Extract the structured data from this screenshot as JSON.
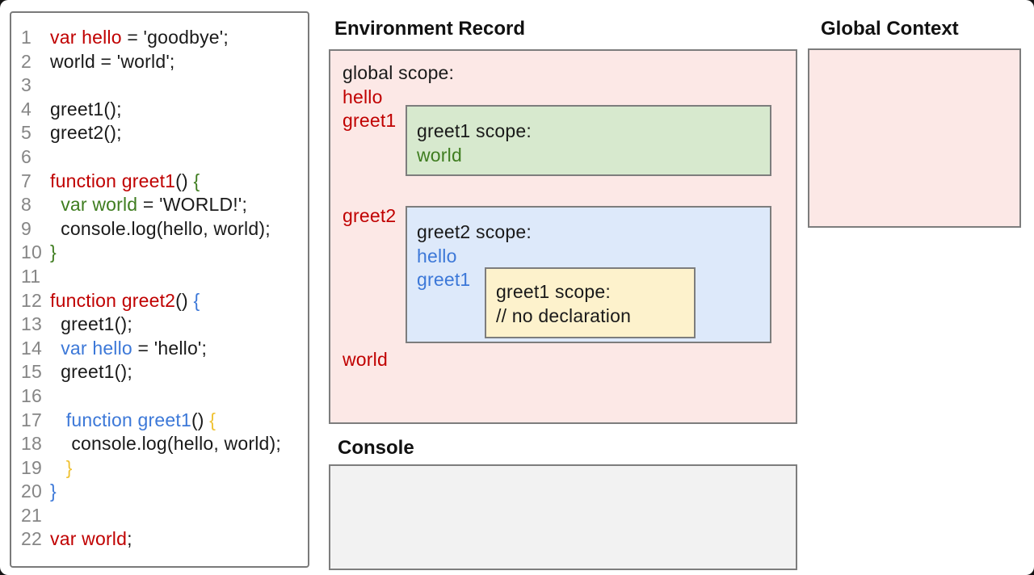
{
  "titles": {
    "environment_record": "Environment Record",
    "global_context": "Global Context",
    "console": "Console"
  },
  "colors": {
    "red_text": "#c00000",
    "green_text": "#3f7d20",
    "blue_text": "#3c78d8",
    "yellow_text": "#f0c232",
    "black_text": "#1a1a1a",
    "line_number_gray": "#868686",
    "pink_bg": "#fce8e6",
    "green_bg": "#d7e9ce",
    "blue_bg": "#dde9fa",
    "yellow_bg": "#fdf2cc",
    "console_bg": "#f2f2f2",
    "border_gray": "#7d7d7d"
  },
  "code_panel": {
    "lines": [
      {
        "num": "1",
        "segments": [
          {
            "t": "var hello",
            "c": "red"
          },
          {
            "t": " = 'goodbye';",
            "c": "black"
          }
        ]
      },
      {
        "num": "2",
        "segments": [
          {
            "t": "world = 'world';",
            "c": "black"
          }
        ]
      },
      {
        "num": "3",
        "segments": []
      },
      {
        "num": "4",
        "segments": [
          {
            "t": "greet1();",
            "c": "black"
          }
        ]
      },
      {
        "num": "5",
        "segments": [
          {
            "t": "greet2();",
            "c": "black"
          }
        ]
      },
      {
        "num": "6",
        "segments": []
      },
      {
        "num": "7",
        "segments": [
          {
            "t": "function greet1",
            "c": "red"
          },
          {
            "t": "() ",
            "c": "black"
          },
          {
            "t": "{",
            "c": "green"
          }
        ]
      },
      {
        "num": "8",
        "segments": [
          {
            "t": "  ",
            "c": "black"
          },
          {
            "t": "var world",
            "c": "green"
          },
          {
            "t": " = 'WORLD!';",
            "c": "black"
          }
        ]
      },
      {
        "num": "9",
        "segments": [
          {
            "t": "  console.log(hello, world);",
            "c": "black"
          }
        ]
      },
      {
        "num": "10",
        "segments": [
          {
            "t": "}",
            "c": "green"
          }
        ]
      },
      {
        "num": "11",
        "segments": []
      },
      {
        "num": "12",
        "segments": [
          {
            "t": "function greet2",
            "c": "red"
          },
          {
            "t": "() ",
            "c": "black"
          },
          {
            "t": "{",
            "c": "blue"
          }
        ]
      },
      {
        "num": "13",
        "segments": [
          {
            "t": "  greet1();",
            "c": "black"
          }
        ]
      },
      {
        "num": "14",
        "segments": [
          {
            "t": "  ",
            "c": "black"
          },
          {
            "t": "var hello",
            "c": "blue"
          },
          {
            "t": " = 'hello';",
            "c": "black"
          }
        ]
      },
      {
        "num": "15",
        "segments": [
          {
            "t": "  greet1();",
            "c": "black"
          }
        ]
      },
      {
        "num": "16",
        "segments": []
      },
      {
        "num": "17",
        "segments": [
          {
            "t": "   ",
            "c": "black"
          },
          {
            "t": "function greet1",
            "c": "blue"
          },
          {
            "t": "() ",
            "c": "black"
          },
          {
            "t": "{",
            "c": "yellow"
          }
        ]
      },
      {
        "num": "18",
        "segments": [
          {
            "t": "    console.log(hello, world);",
            "c": "black"
          }
        ]
      },
      {
        "num": "19",
        "segments": [
          {
            "t": "   ",
            "c": "black"
          },
          {
            "t": "}",
            "c": "yellow"
          }
        ]
      },
      {
        "num": "20",
        "segments": [
          {
            "t": "}",
            "c": "blue"
          }
        ]
      },
      {
        "num": "21",
        "segments": []
      },
      {
        "num": "22",
        "segments": [
          {
            "t": "var world",
            "c": "red"
          },
          {
            "t": ";",
            "c": "black"
          }
        ]
      }
    ]
  },
  "environment_record": {
    "global_scope": {
      "label": "global scope:",
      "entries": [
        "hello",
        "greet1",
        "greet2",
        "world"
      ]
    },
    "greet1_scope": {
      "label": "greet1 scope:",
      "entries": [
        "world"
      ]
    },
    "greet2_scope": {
      "label": "greet2 scope:",
      "entries": [
        "hello",
        "greet1"
      ]
    },
    "nested_greet1_scope": {
      "label": "greet1 scope:",
      "comment": "// no declaration"
    }
  }
}
